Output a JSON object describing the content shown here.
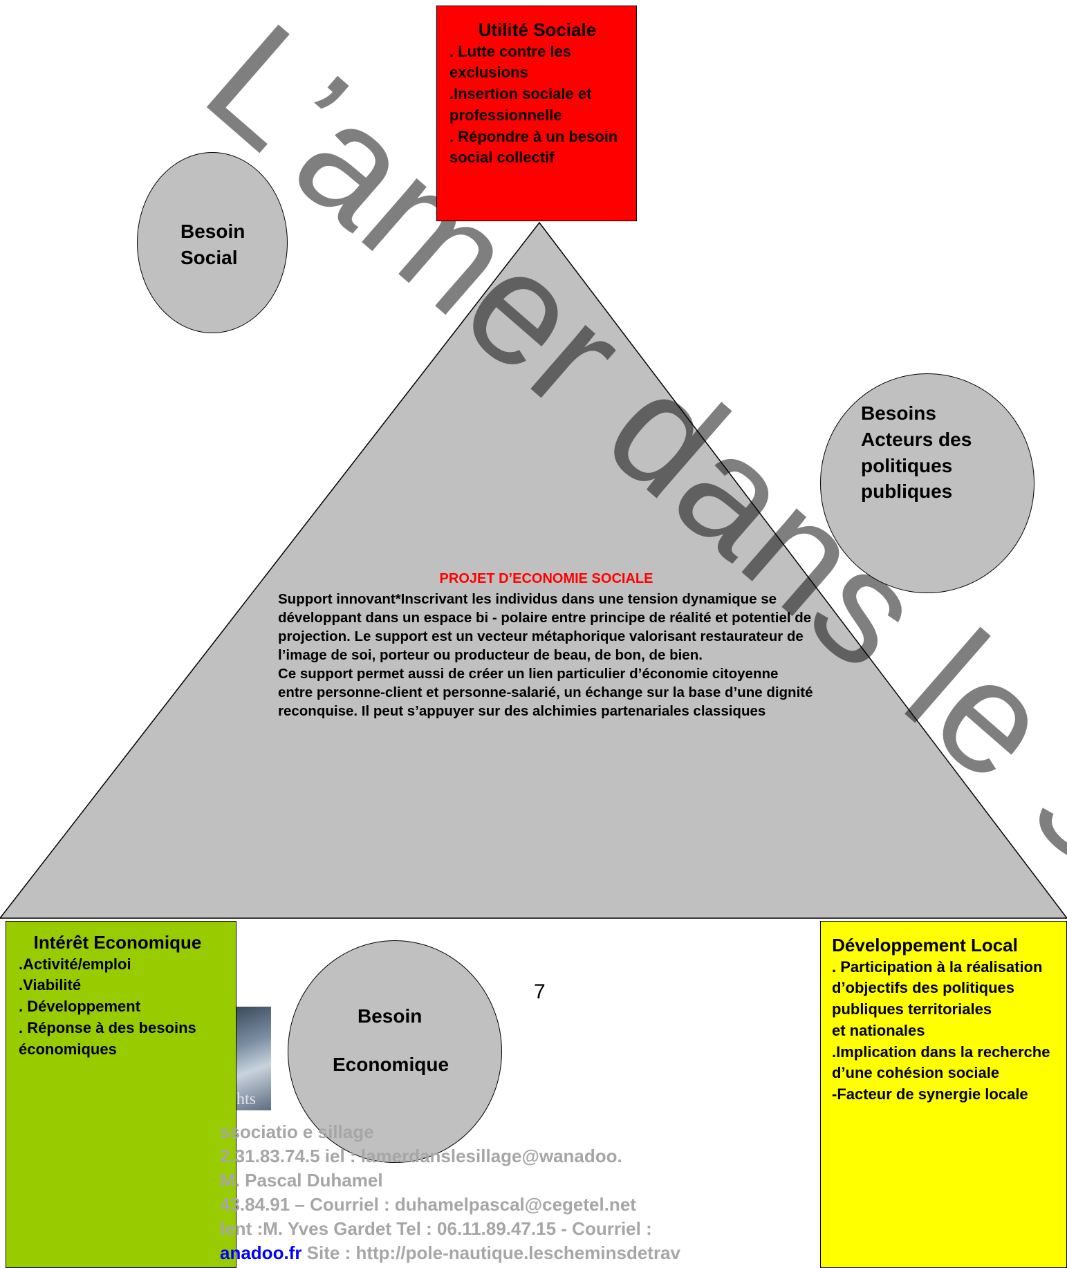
{
  "utilite": {
    "title": "Utilité Sociale",
    "items": [
      ". Lutte contre les exclusions",
      ".Insertion sociale et professionnelle",
      ". Répondre à un besoin social collectif"
    ],
    "color": "#ff0000"
  },
  "interet": {
    "title": "Intérêt Economique",
    "items": [
      ".Activité/emploi",
      ".Viabilité",
      ". Développement",
      ". Réponse à des besoins économiques"
    ],
    "color": "#99cc00"
  },
  "developpement": {
    "title": "Développement Local",
    "items": [
      ". Participation à la réalisation d’objectifs des politiques publiques territoriales",
      "et nationales",
      ".Implication dans la recherche d’une cohésion sociale",
      "-Facteur de synergie locale"
    ],
    "color": "#ffff00"
  },
  "circles": {
    "besoin_social": "Besoin Social",
    "besoins_acteurs": "Besoins Acteurs des politiques publiques",
    "besoin_economique_1": "Besoin",
    "besoin_economique_2": "Economique"
  },
  "center": {
    "title": "PROJET D’ECONOMIE SOCIALE",
    "body": "Support innovant*Inscrivant les individus dans une tension dynamique se développant dans un espace bi - polaire entre principe de réalité et potentiel de projection. Le support est un vecteur métaphorique valorisant restaurateur de l’image de soi, porteur ou producteur  de beau, de bon, de bien.\nCe support permet aussi de créer un lien particulier d’économie citoyenne entre personne-client et personne-salarié, un échange sur la base d’une dignité reconquise. Il peut s’appuyer sur des alchimies partenariales classiques"
  },
  "page_number": "7",
  "footer": {
    "line1": "ssociatio                   e sillage",
    "line2": "2.31.83.74.5           iel : lamerdanslesillage@wanadoo.",
    "line3": " M. Pascal Duhamel",
    "line4": "43.84.91 – Courriel : duhamelpascal@cegetel.net",
    "line5": "lent :M. Yves Gardet  Tel : 06.11.89.47.15  - Courriel :",
    "line6_blue": "anadoo.fr",
    "line6_rest": "    Site : http://pole-nautique.lescheminsdetrav",
    "image_caption": "hts"
  },
  "watermark": "L’amer dans le sillage",
  "colors": {
    "triangle": "#c0c0c0",
    "circle": "#c0c0c0"
  }
}
